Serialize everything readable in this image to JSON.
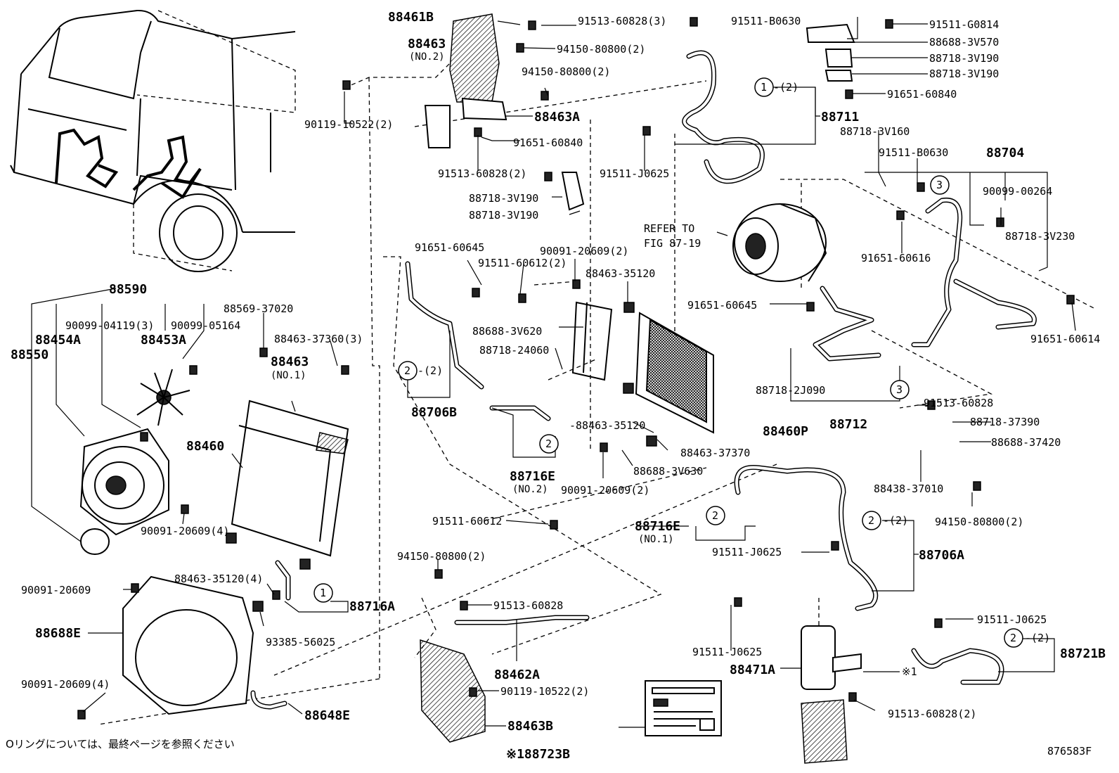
{
  "figure_id": "876583F",
  "footnote": "Oリングについては、最終ページを参照ください",
  "refer_to": [
    "REFER TO",
    "FIG 87-19"
  ],
  "callouts": {
    "one": "1",
    "two": "2",
    "three": "3",
    "qty2": "-(2)",
    "asterisk_ref": "※1"
  },
  "labels": {
    "p88461B": "88461B",
    "p88463_no2": "88463",
    "no2": "(NO.2)",
    "p91513_60828_3": "91513-60828(3)",
    "p91511_B0630_top": "91511-B0630",
    "p91511_G0814": "91511-G0814",
    "p94150_80800_2_a": "94150-80800(2)",
    "p94150_80800_2_b": "94150-80800(2)",
    "p88688_3V570": "88688-3V570",
    "p88718_3V190_a": "88718-3V190",
    "p88718_3V190_b": "88718-3V190",
    "p91651_60840_a": "91651-60840",
    "p90119_10522_2_a": "90119-10522(2)",
    "p88463A": "88463A",
    "p88711": "88711",
    "p91651_60840_b": "91651-60840",
    "p91513_60828_2_a": "91513-60828(2)",
    "p91511_J0625_a": "91511-J0625",
    "p88718_3V190_c": "88718-3V190",
    "p88718_3V190_d": "88718-3V190",
    "p88718_3V160": "88718-3V160",
    "p91511_B0630_b": "91511-B0630",
    "p88704": "88704",
    "p90099_00264": "90099-00264",
    "p88718_3V230": "88718-3V230",
    "p91651_60616": "91651-60616",
    "p91651_60614": "91651-60614",
    "p91651_60645_a": "91651-60645",
    "p90091_20609_2_a": "90091-20609(2)",
    "p91511_60612_2": "91511-60612(2)",
    "p88463_35120_a": "88463-35120",
    "p91651_60645_b": "91651-60645",
    "p88688_3V620": "88688-3V620",
    "p88718_24060": "88718-24060",
    "p88706B": "88706B",
    "p88463_35120_b": "-88463-35120",
    "p88460P": "88460P",
    "p88463_37370": "88463-37370",
    "p88718_2J090": "88718-2J090",
    "p88712": "88712",
    "p91513_60828_a": "91513-60828",
    "p88718_37390": "88718-37390",
    "p88688_37420": "88688-37420",
    "p88438_37010": "88438-37010",
    "p94150_80800_2_c": "94150-80800(2)",
    "p88716E_no2": "88716E",
    "p88688_3V630": "88688-3V630",
    "p90091_20609_2_b": "90091-20609(2)",
    "p91511_60612": "91511-60612",
    "p88716E_no1": "88716E",
    "no1": "(NO.1)",
    "p91511_J0625_b": "91511-J0625",
    "p88706A": "88706A",
    "p88590": "88590",
    "p90099_04119_3": "90099-04119(3)",
    "p90099_05164": "90099-05164",
    "p88454A": "88454A",
    "p88453A": "88453A",
    "p88550": "88550",
    "p88569_37020": "88569-37020",
    "p88463_37360_3": "88463-37360(3)",
    "p88463_no1": "88463",
    "no1_b": "(NO.1)",
    "p88460": "88460",
    "p90091_20609_4_a": "90091-20609(4)",
    "p90091_20609": "90091-20609",
    "p88463_35120_4": "88463-35120(4)",
    "p88716A": "88716A",
    "p88688E": "88688E",
    "p93385_56025": "93385-56025",
    "p90091_20609_4_b": "90091-20609(4)",
    "p88648E": "88648E",
    "p94150_80800_2_d": "94150-80800(2)",
    "p91513_60828_b": "91513-60828",
    "p88462A": "88462A",
    "p90119_10522_2_b": "90119-10522(2)",
    "p88463B": "88463B",
    "p88723B": "※188723B",
    "p91511_J0625_c": "91511-J0625",
    "p88471A": "88471A",
    "p91513_60828_2_b": "91513-60828(2)",
    "p91511_J0625_d": "91511-J0625",
    "p88721B": "88721B"
  }
}
